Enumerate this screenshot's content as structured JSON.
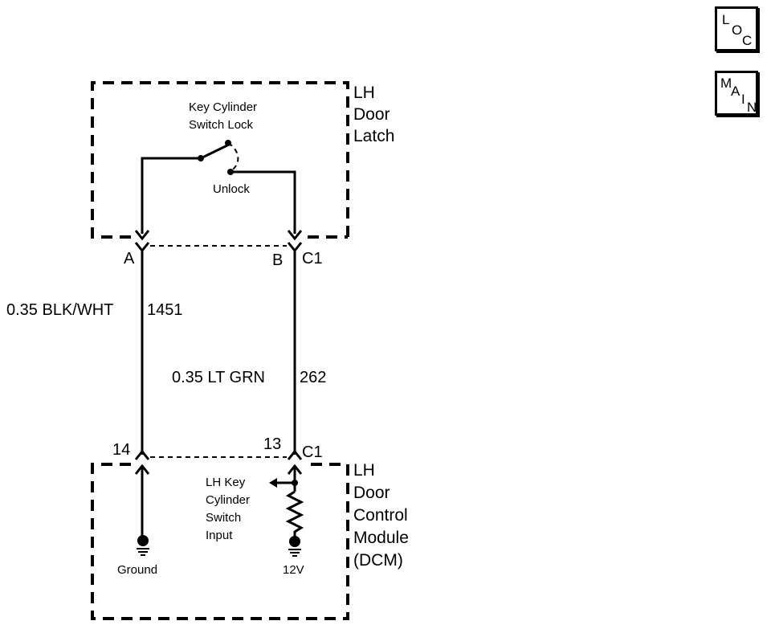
{
  "nav": {
    "loc": [
      "L",
      "O",
      "C"
    ],
    "main": [
      "M",
      "A",
      "I",
      "N"
    ]
  },
  "latch": {
    "title_lines": [
      "LH",
      "Door",
      "Latch"
    ],
    "switch_label_lines": [
      "Key Cylinder",
      "Switch Lock"
    ],
    "unlock_label": "Unlock"
  },
  "connectors": {
    "upper_pin_a": "A",
    "upper_pin_b": "B",
    "upper_conn": "C1",
    "lower_pin_14": "14",
    "lower_pin_13": "13",
    "lower_conn": "C1"
  },
  "wires": {
    "wire1": "0.35 BLK/WHT",
    "wire1_circuit": "1451",
    "wire2": "0.35 LT GRN",
    "wire2_circuit": "262"
  },
  "dcm": {
    "title_lines": [
      "LH",
      "Door",
      "Control",
      "Module",
      "(DCM)"
    ],
    "input_label_lines": [
      "LH Key",
      "Cylinder",
      "Switch",
      "Input"
    ],
    "ground_label": "Ground",
    "supply_label": "12V"
  }
}
